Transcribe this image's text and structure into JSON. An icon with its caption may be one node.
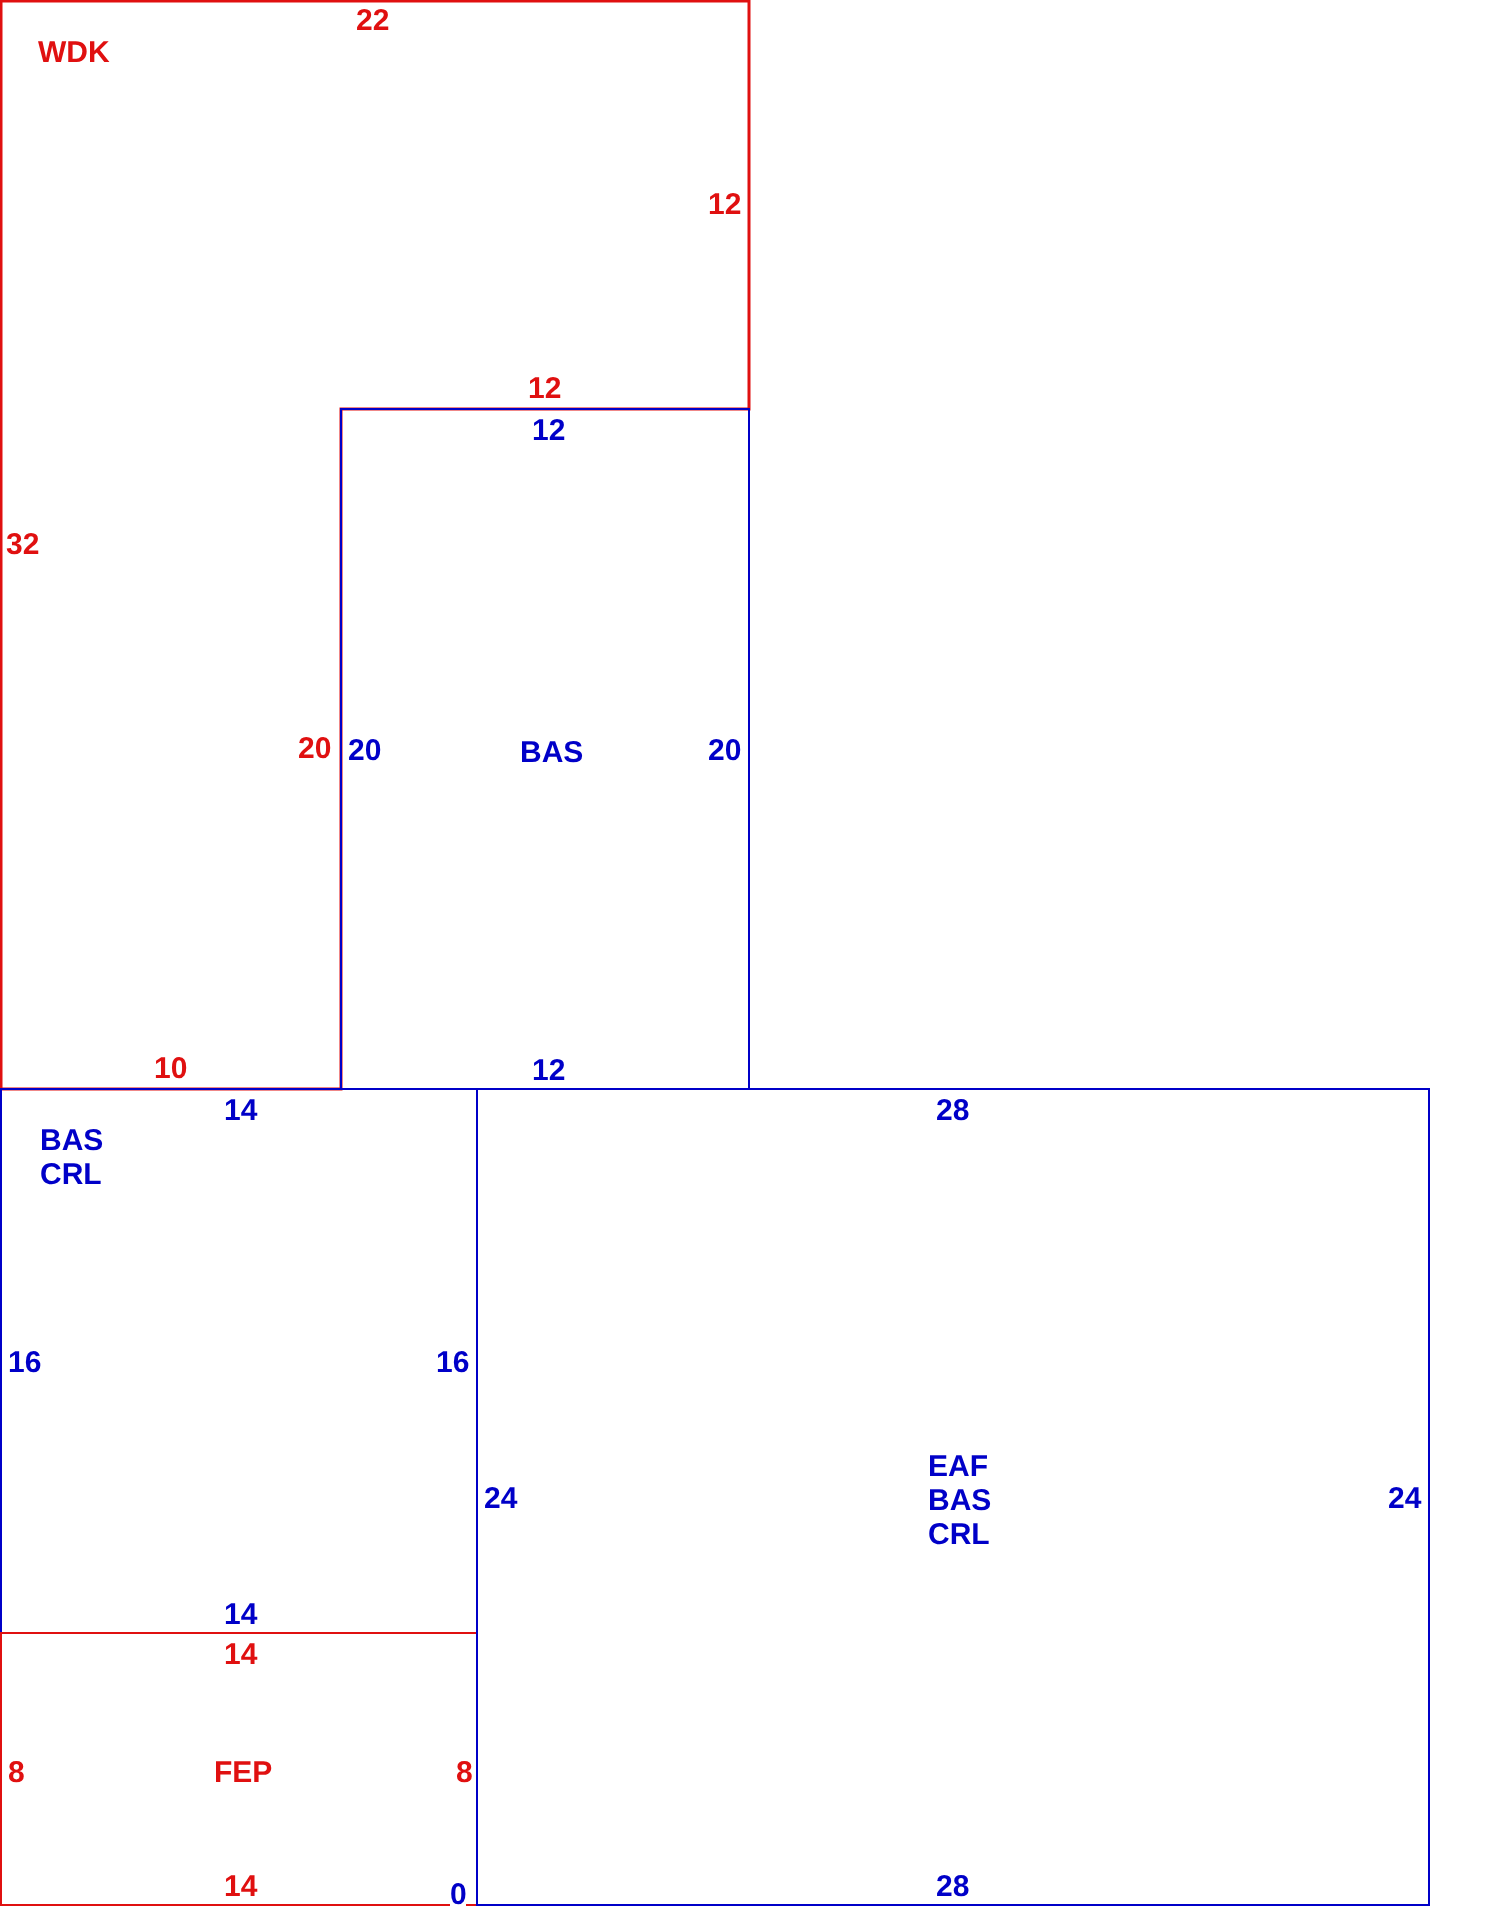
{
  "diagram": {
    "nodes": [
      {
        "text": [
          "WDK",
          "22",
          "12",
          "12",
          "32",
          "20",
          "10"
        ]
      },
      {
        "text": [
          "BAS",
          "12",
          "20",
          "20",
          "12"
        ]
      },
      {
        "text": [
          "BAS CRL",
          "14",
          "16",
          "16",
          "14"
        ]
      },
      {
        "text": [
          "FEP",
          "14",
          "8",
          "8",
          "14"
        ]
      },
      {
        "text": [
          "EAF BAS CRL",
          "28",
          "24",
          "24",
          "28"
        ]
      }
    ],
    "labels": [
      "0"
    ]
  }
}
